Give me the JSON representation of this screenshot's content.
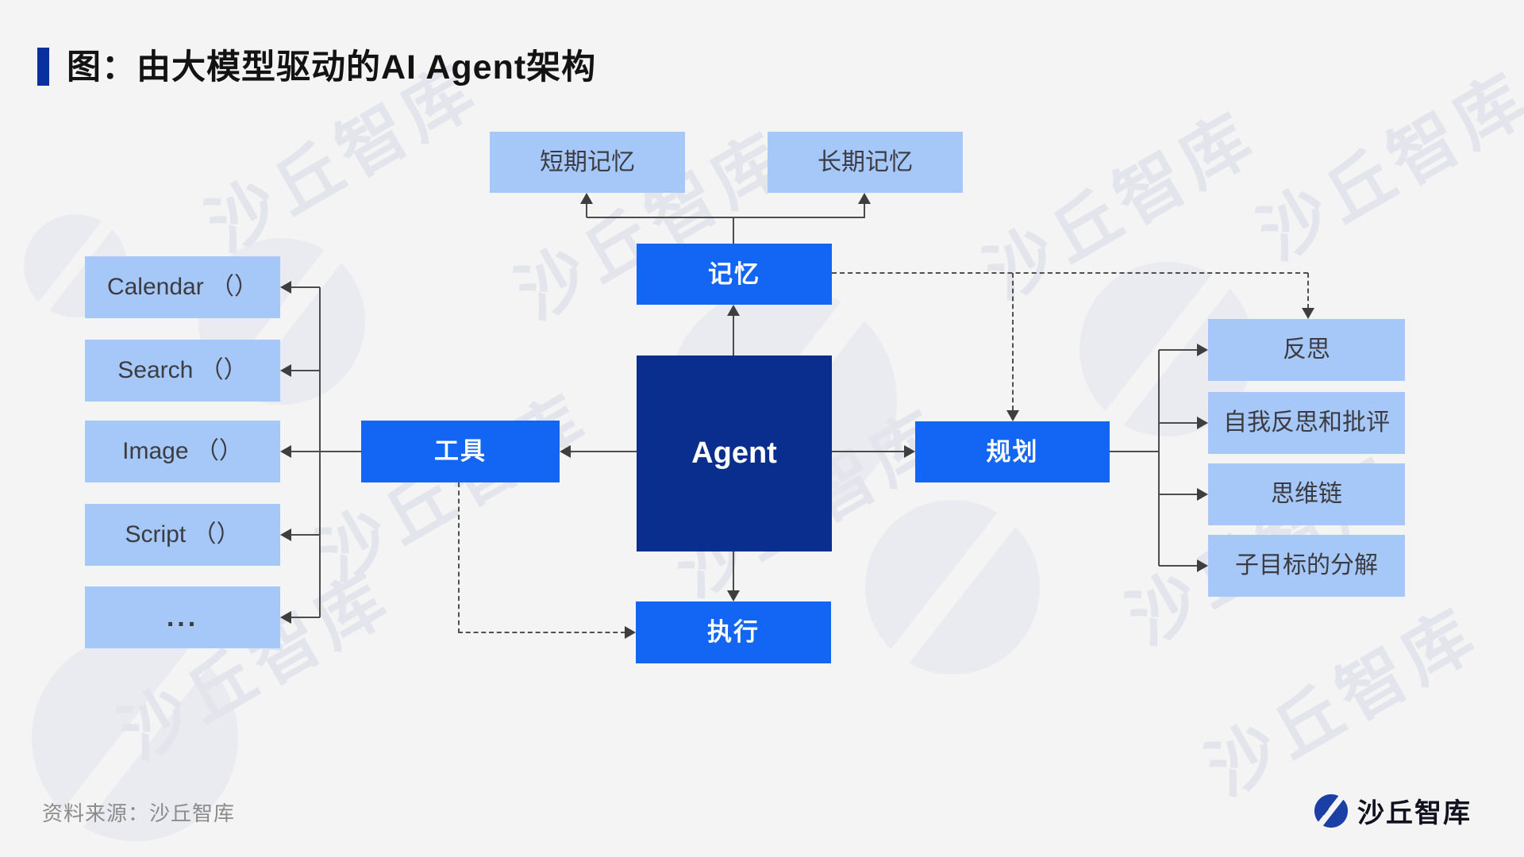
{
  "title": "图：由大模型驱动的AI Agent架构",
  "nodes": {
    "agent": "Agent",
    "memory": "记忆",
    "tools": "工具",
    "planning": "规划",
    "execution": "执行",
    "short_term_memory": "短期记忆",
    "long_term_memory": "长期记忆"
  },
  "tool_items": [
    "Calendar （）",
    "Search （）",
    "Image （）",
    "Script （）",
    "..."
  ],
  "planning_items": [
    "反思",
    "自我反思和批评",
    "思维链",
    "子目标的分解"
  ],
  "footer": {
    "source": "资料来源：沙丘智库",
    "brand": "沙丘智库"
  },
  "watermark_text": "沙丘智库",
  "colors": {
    "background": "#f4f4f5",
    "accent_bar": "#0a2f9e",
    "primary_blue": "#1366f4",
    "light_blue": "#a6c8f8",
    "dark_navy": "#0a2e8e",
    "line": "#4c4c4c",
    "logo_blue": "#1b3fa5"
  }
}
